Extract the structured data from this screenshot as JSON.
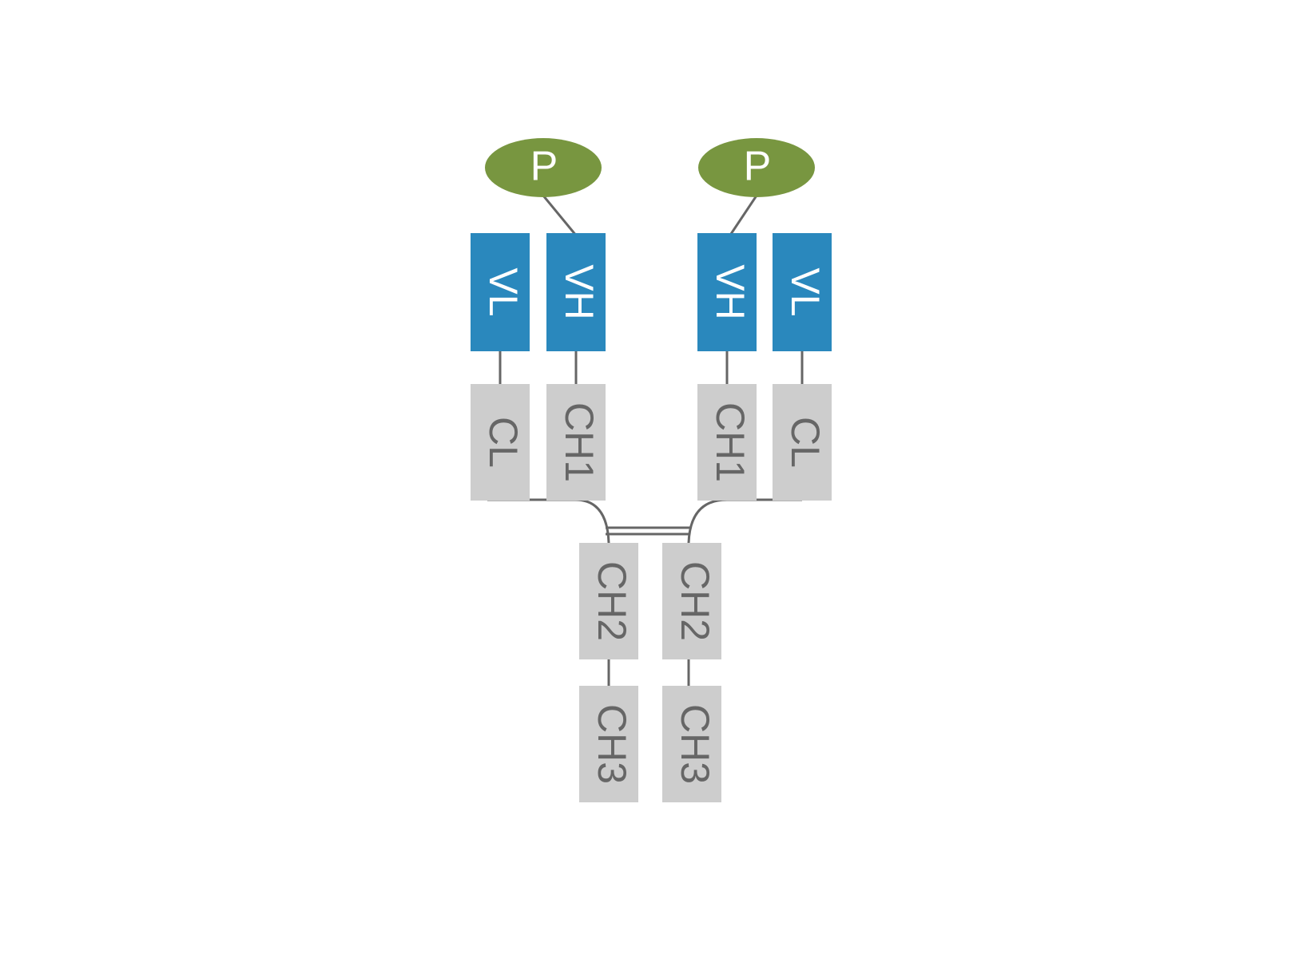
{
  "colors": {
    "variable_fill": "#2A88BD",
    "variable_text": "#FFFFFF",
    "constant_fill": "#CDCDCD",
    "constant_text": "#666666",
    "peptide_fill": "#789640",
    "peptide_text": "#FFFFFF",
    "line": "#666666",
    "background": "#FFFFFF"
  },
  "diagram": {
    "peptides": [
      {
        "label": "P"
      },
      {
        "label": "P"
      }
    ],
    "left_arm": {
      "light_variable": "VL",
      "heavy_variable": "VH",
      "light_constant": "CL",
      "heavy_constant_1": "CH1"
    },
    "right_arm": {
      "heavy_variable": "VH",
      "light_variable": "VL",
      "heavy_constant_1": "CH1",
      "light_constant": "CL"
    },
    "fc_left": {
      "ch2": "CH2",
      "ch3": "CH3"
    },
    "fc_right": {
      "ch2": "CH2",
      "ch3": "CH3"
    }
  }
}
